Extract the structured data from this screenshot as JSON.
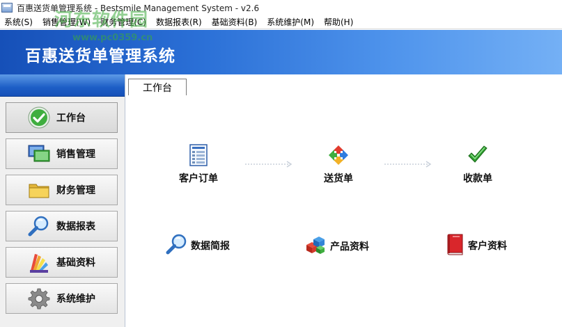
{
  "window": {
    "title": "百惠送货单管理系统 - Bestsmile Management System - v2.6"
  },
  "watermark": {
    "text": "河东软件园",
    "url": "www.pc0359.cn"
  },
  "menu": [
    {
      "label": "系统(S)"
    },
    {
      "label": "销售管理(W)"
    },
    {
      "label": "财务管理(C)"
    },
    {
      "label": "数据报表(R)"
    },
    {
      "label": "基础资料(B)"
    },
    {
      "label": "系统维护(M)"
    },
    {
      "label": "帮助(H)"
    }
  ],
  "banner": {
    "title": "百惠送货单管理系统"
  },
  "sidebar": {
    "items": [
      {
        "label": "工作台",
        "icon": "check-circle-icon",
        "active": true
      },
      {
        "label": "销售管理",
        "icon": "screens-icon"
      },
      {
        "label": "财务管理",
        "icon": "folder-icon"
      },
      {
        "label": "数据报表",
        "icon": "magnifier-icon"
      },
      {
        "label": "基础资料",
        "icon": "color-swatches-icon"
      },
      {
        "label": "系统维护",
        "icon": "gear-icon"
      }
    ]
  },
  "tabs": [
    {
      "label": "工作台"
    }
  ],
  "workbench": {
    "flow": [
      {
        "label": "客户订单",
        "icon": "document-icon"
      },
      {
        "label": "送货单",
        "icon": "recycle-arrows-icon"
      },
      {
        "label": "收款单",
        "icon": "checkmark-icon"
      }
    ],
    "shortcuts": [
      {
        "label": "数据简报",
        "icon": "magnifier-icon"
      },
      {
        "label": "产品资料",
        "icon": "cubes-icon"
      },
      {
        "label": "客户资料",
        "icon": "red-book-icon"
      }
    ]
  },
  "colors": {
    "banner_start": "#1650b8",
    "banner_end": "#74b0f5",
    "accent": "#2a6fd6"
  }
}
